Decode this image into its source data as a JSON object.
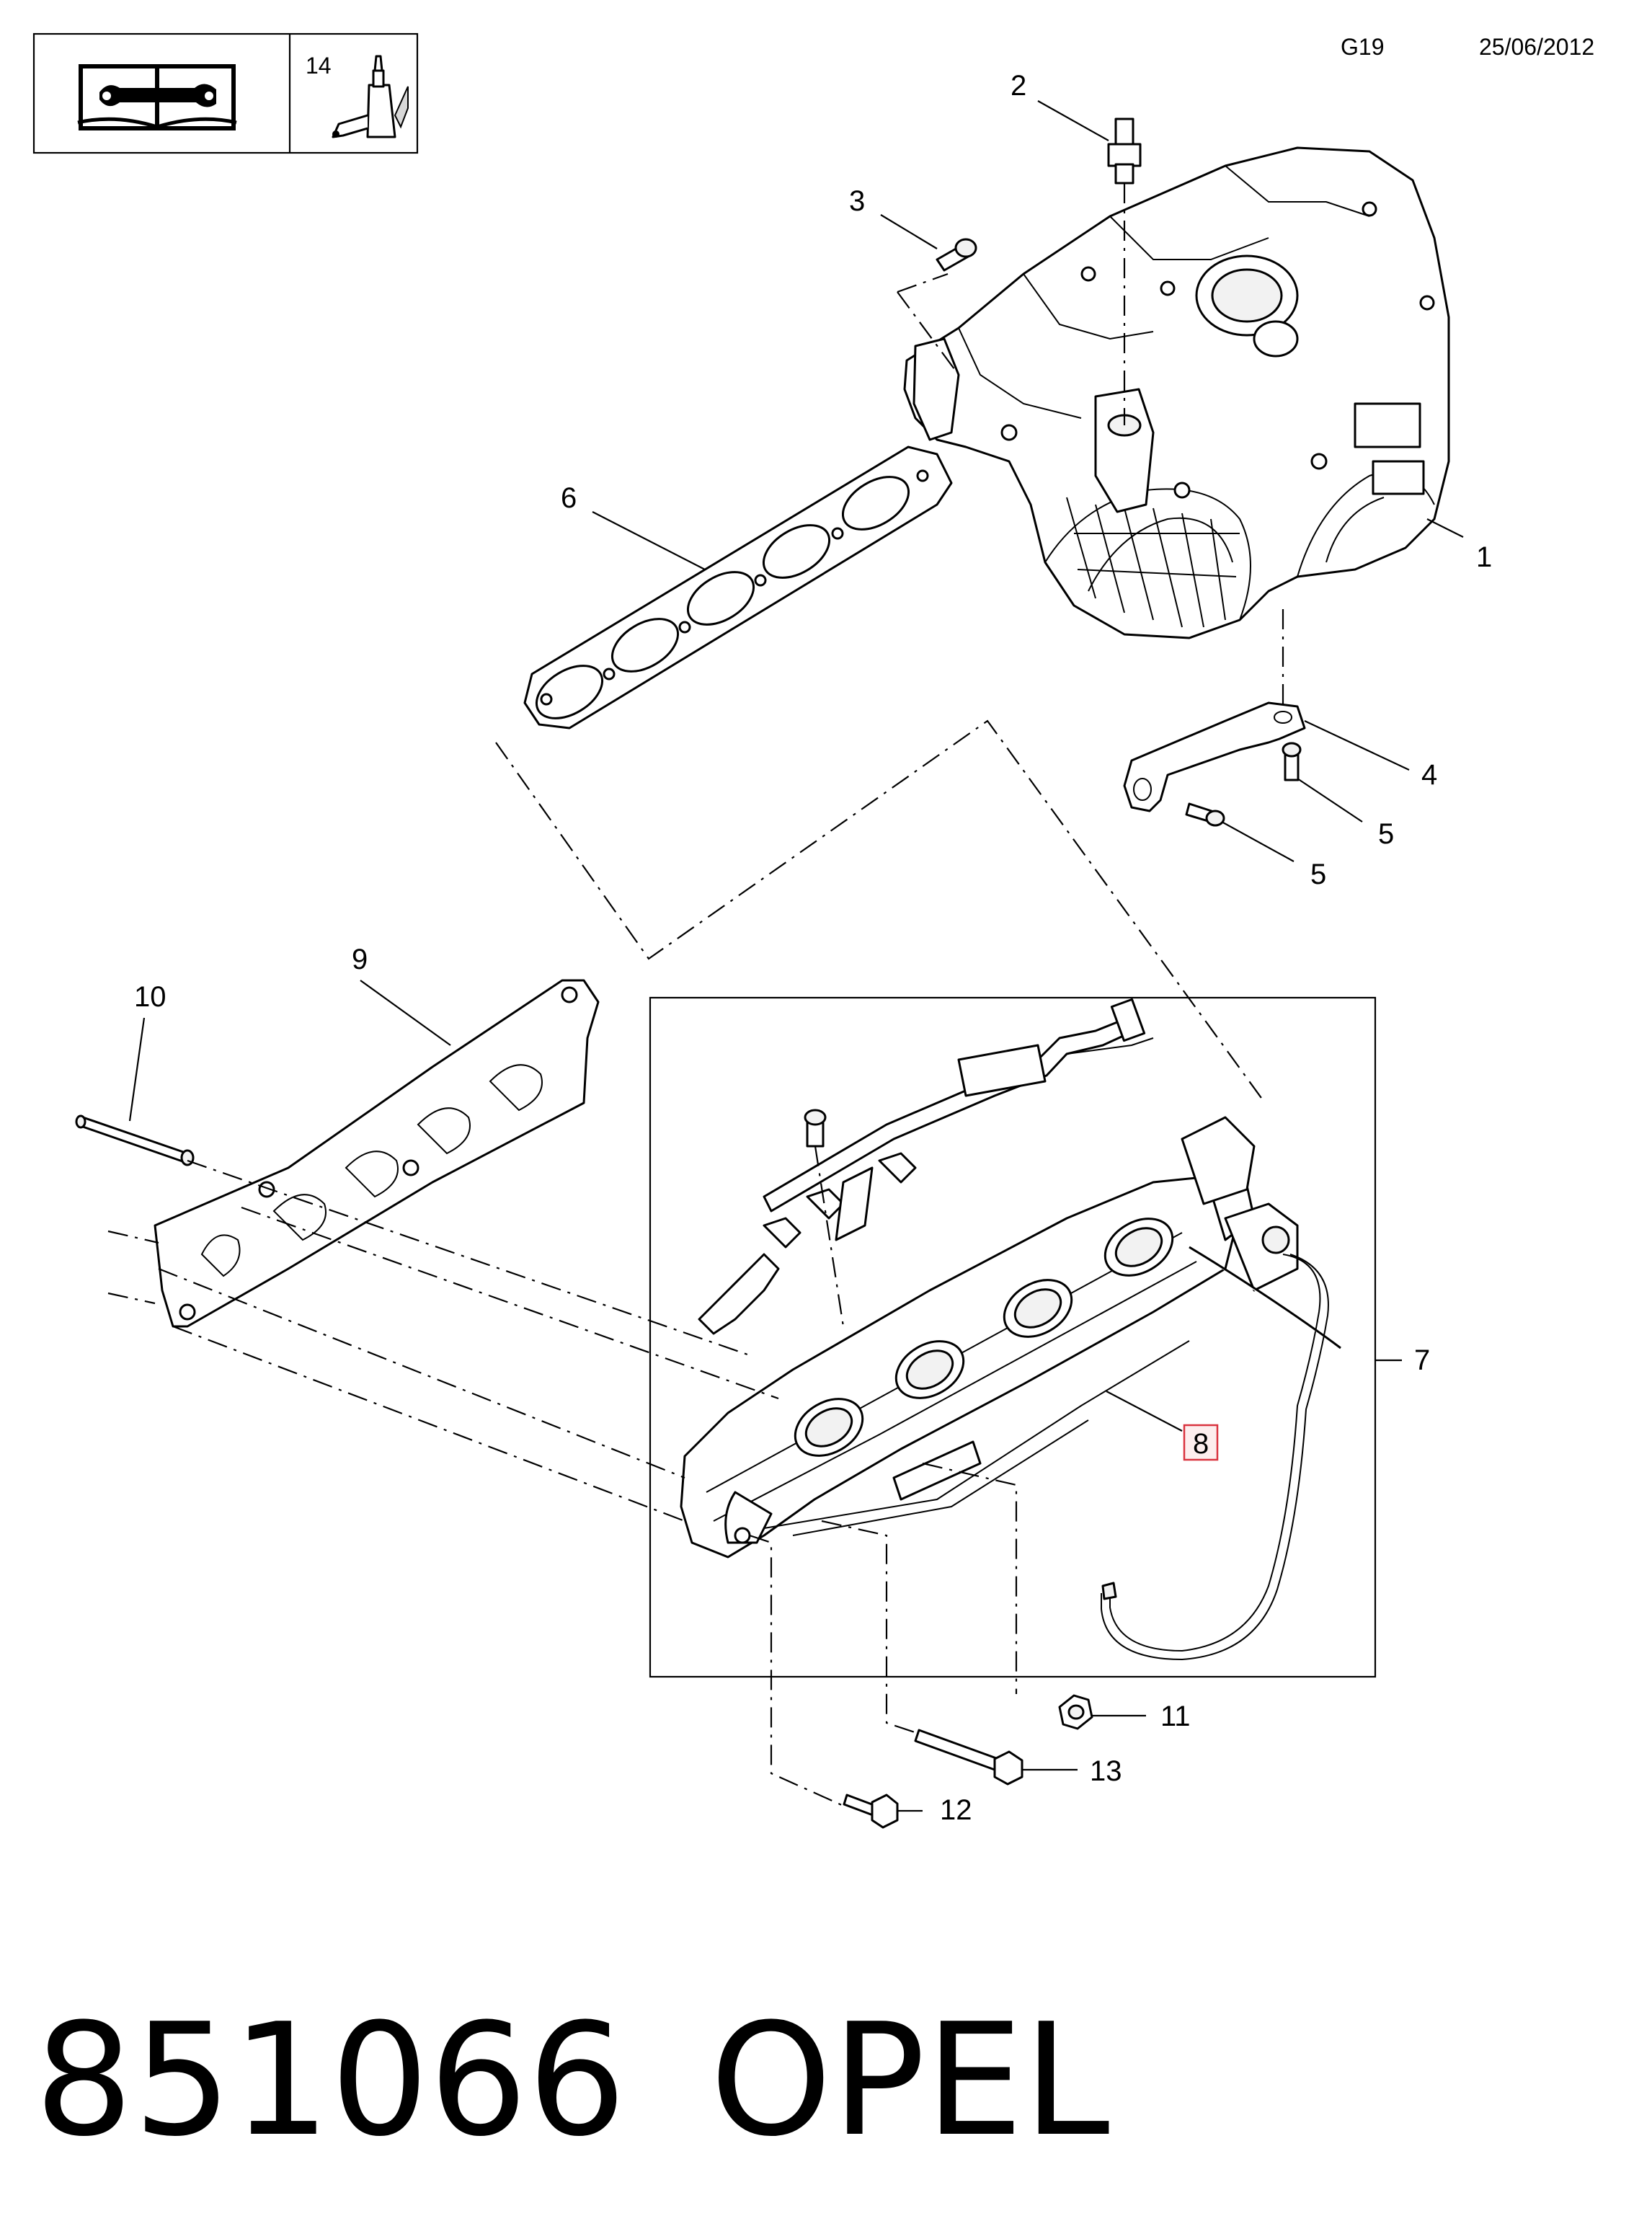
{
  "header": {
    "info_box": {
      "quantity_label": "14"
    },
    "sheet_code": "G19",
    "date": "25/06/2012"
  },
  "callouts": [
    {
      "id": "1",
      "text": "1"
    },
    {
      "id": "2",
      "text": "2"
    },
    {
      "id": "3",
      "text": "3"
    },
    {
      "id": "4",
      "text": "4"
    },
    {
      "id": "5a",
      "text": "5"
    },
    {
      "id": "5b",
      "text": "5"
    },
    {
      "id": "6",
      "text": "6"
    },
    {
      "id": "7",
      "text": "7"
    },
    {
      "id": "8",
      "text": "8"
    },
    {
      "id": "9",
      "text": "9"
    },
    {
      "id": "10",
      "text": "10"
    },
    {
      "id": "11",
      "text": "11"
    },
    {
      "id": "12",
      "text": "12"
    },
    {
      "id": "13",
      "text": "13"
    }
  ],
  "highlight": {
    "callout": "8",
    "color": "#d9333f"
  },
  "footer": {
    "part_number": "851066",
    "brand": "OPEL"
  }
}
